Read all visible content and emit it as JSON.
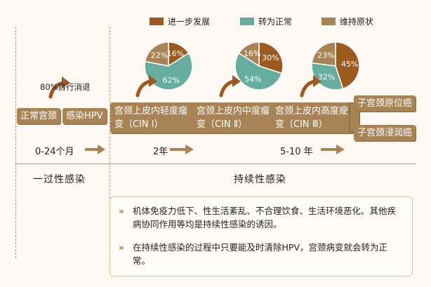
{
  "legend": [
    {
      "label": "进一步发展",
      "color": "#9c5a1e"
    },
    {
      "label": "转为正常",
      "color": "#66ada0"
    },
    {
      "label": "维持原状",
      "color": "#a88355"
    }
  ],
  "stages": {
    "normal": "正常宫颈",
    "hpv": "感染HPV",
    "cin1": "宫颈上皮内轻度瘤变（CIN Ⅰ）",
    "cin2": "宫颈上皮内中度瘤变（CIN Ⅱ）",
    "cin3": "宫颈上皮内高度瘤变（CIN Ⅲ）",
    "insitu": "子宫颈原位癌",
    "invasive": "子宫颈浸润癌"
  },
  "self_clear_note": "80%自行消退",
  "timeline": {
    "t1": "0-24个月",
    "t2": "2年",
    "t3": "5-10 年"
  },
  "phases": {
    "transient": "一过性感染",
    "persistent": "持续性感染"
  },
  "info": {
    "bullet1": "机体免疫力低下、性生活紊乱、不合理饮食、生活环境恶化、其他疾病协同作用等均是持续性感染的诱因。",
    "bullet2": "在持续性感染的过程中只要能及时清除HPV，宫颈病变就会转为正常。"
  },
  "chart_data": {
    "type": "pie",
    "series_names": [
      "进一步发展",
      "转为正常",
      "维持原状"
    ],
    "pies": [
      {
        "stage": "CIN Ⅰ",
        "values": [
          16,
          62,
          22
        ],
        "labels": [
          "16%",
          "62%",
          "22%"
        ]
      },
      {
        "stage": "CIN Ⅱ",
        "values": [
          30,
          54,
          16
        ],
        "labels": [
          "30%",
          "54%",
          "16%"
        ]
      },
      {
        "stage": "CIN Ⅲ",
        "values": [
          45,
          32,
          23
        ],
        "labels": [
          "45%",
          "32%",
          "23%"
        ]
      }
    ]
  }
}
